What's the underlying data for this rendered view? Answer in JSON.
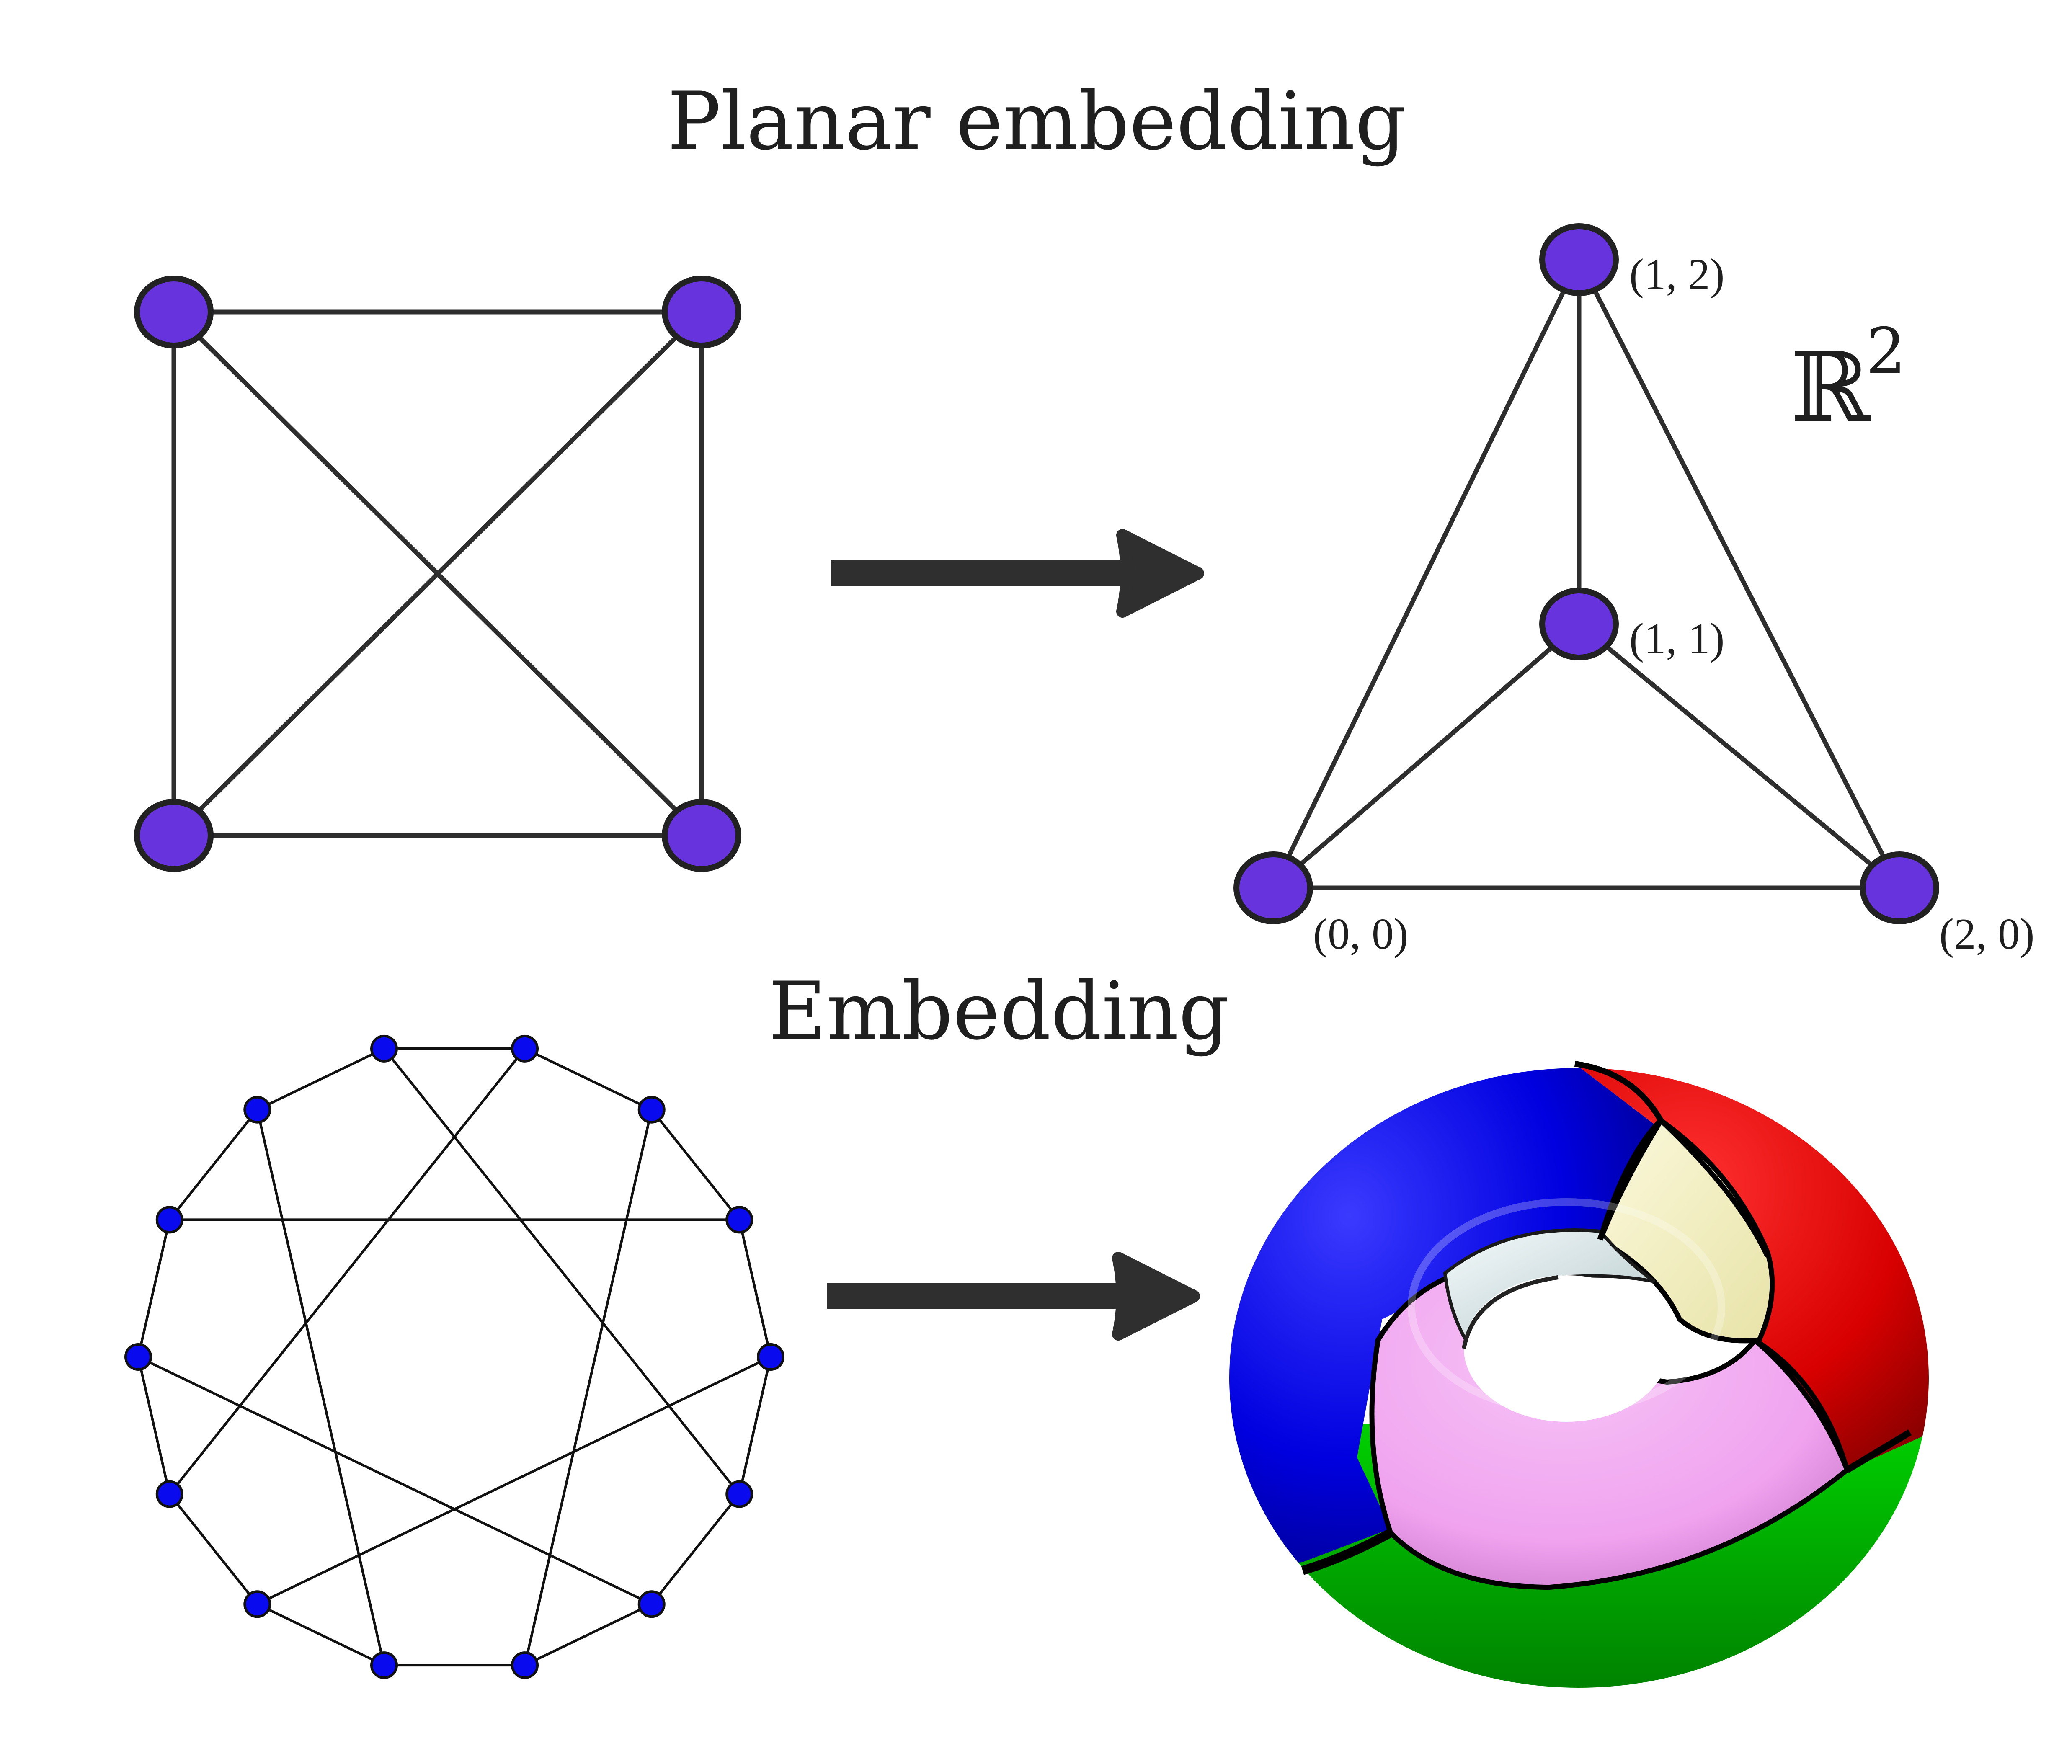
{
  "titles": {
    "planar": "Planar embedding",
    "embedding": "Embedding"
  },
  "space_label": {
    "base": "ℝ",
    "exponent": "2"
  },
  "coordinate_labels": {
    "top": "(1, 2)",
    "center": "(1, 1)",
    "bottom_left": "(0, 0)",
    "bottom_right": "(2, 0)"
  },
  "colors": {
    "node_fill": "#6633dd",
    "graph_node_fill": "#0a0aef",
    "edge": "#2e2e2e",
    "arrow": "#2f2f2f",
    "torus_blue": "#0000e6",
    "torus_red": "#dd0000",
    "torus_green": "#00c000",
    "torus_pink": "#f0a0f0",
    "torus_cream": "#f6f3c4",
    "torus_inner": "#dfeef0"
  },
  "icons": {
    "arrow_top": "right-arrow-icon",
    "arrow_bottom": "right-arrow-icon"
  }
}
